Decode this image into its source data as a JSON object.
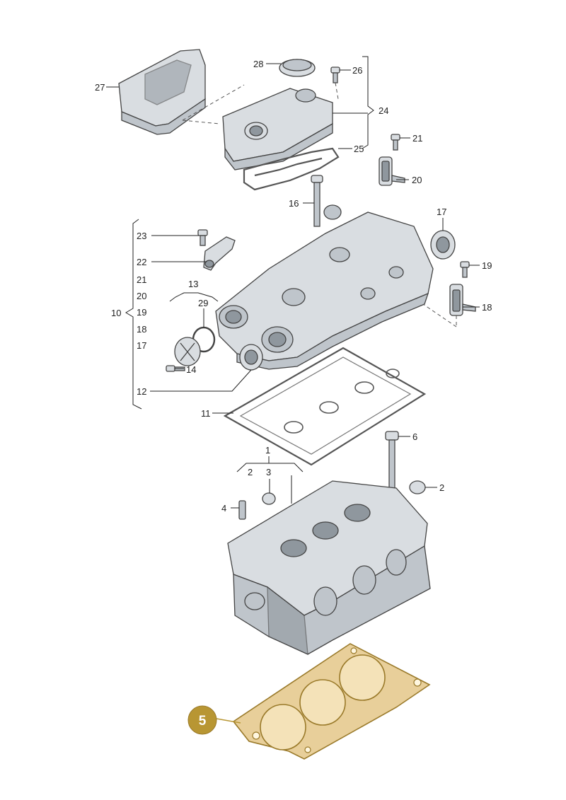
{
  "labels": {
    "l1": "1",
    "l2a": "2",
    "l2b": "2",
    "l3": "3",
    "l4": "4",
    "l6": "6",
    "l10": "10",
    "l11": "11",
    "l12": "12",
    "l13": "13",
    "l14": "14",
    "l16": "16",
    "l17a": "17",
    "l17b": "17",
    "l18a": "18",
    "l18b": "18",
    "l19a": "19",
    "l19b": "19",
    "l20a": "20",
    "l20b": "20",
    "l21a": "21",
    "l21b": "21",
    "l22": "22",
    "l23": "23",
    "l24": "24",
    "l25": "25",
    "l26": "26",
    "l27": "27",
    "l28": "28",
    "l29": "29"
  },
  "highlight": {
    "label": "5",
    "color": "#b89633"
  }
}
